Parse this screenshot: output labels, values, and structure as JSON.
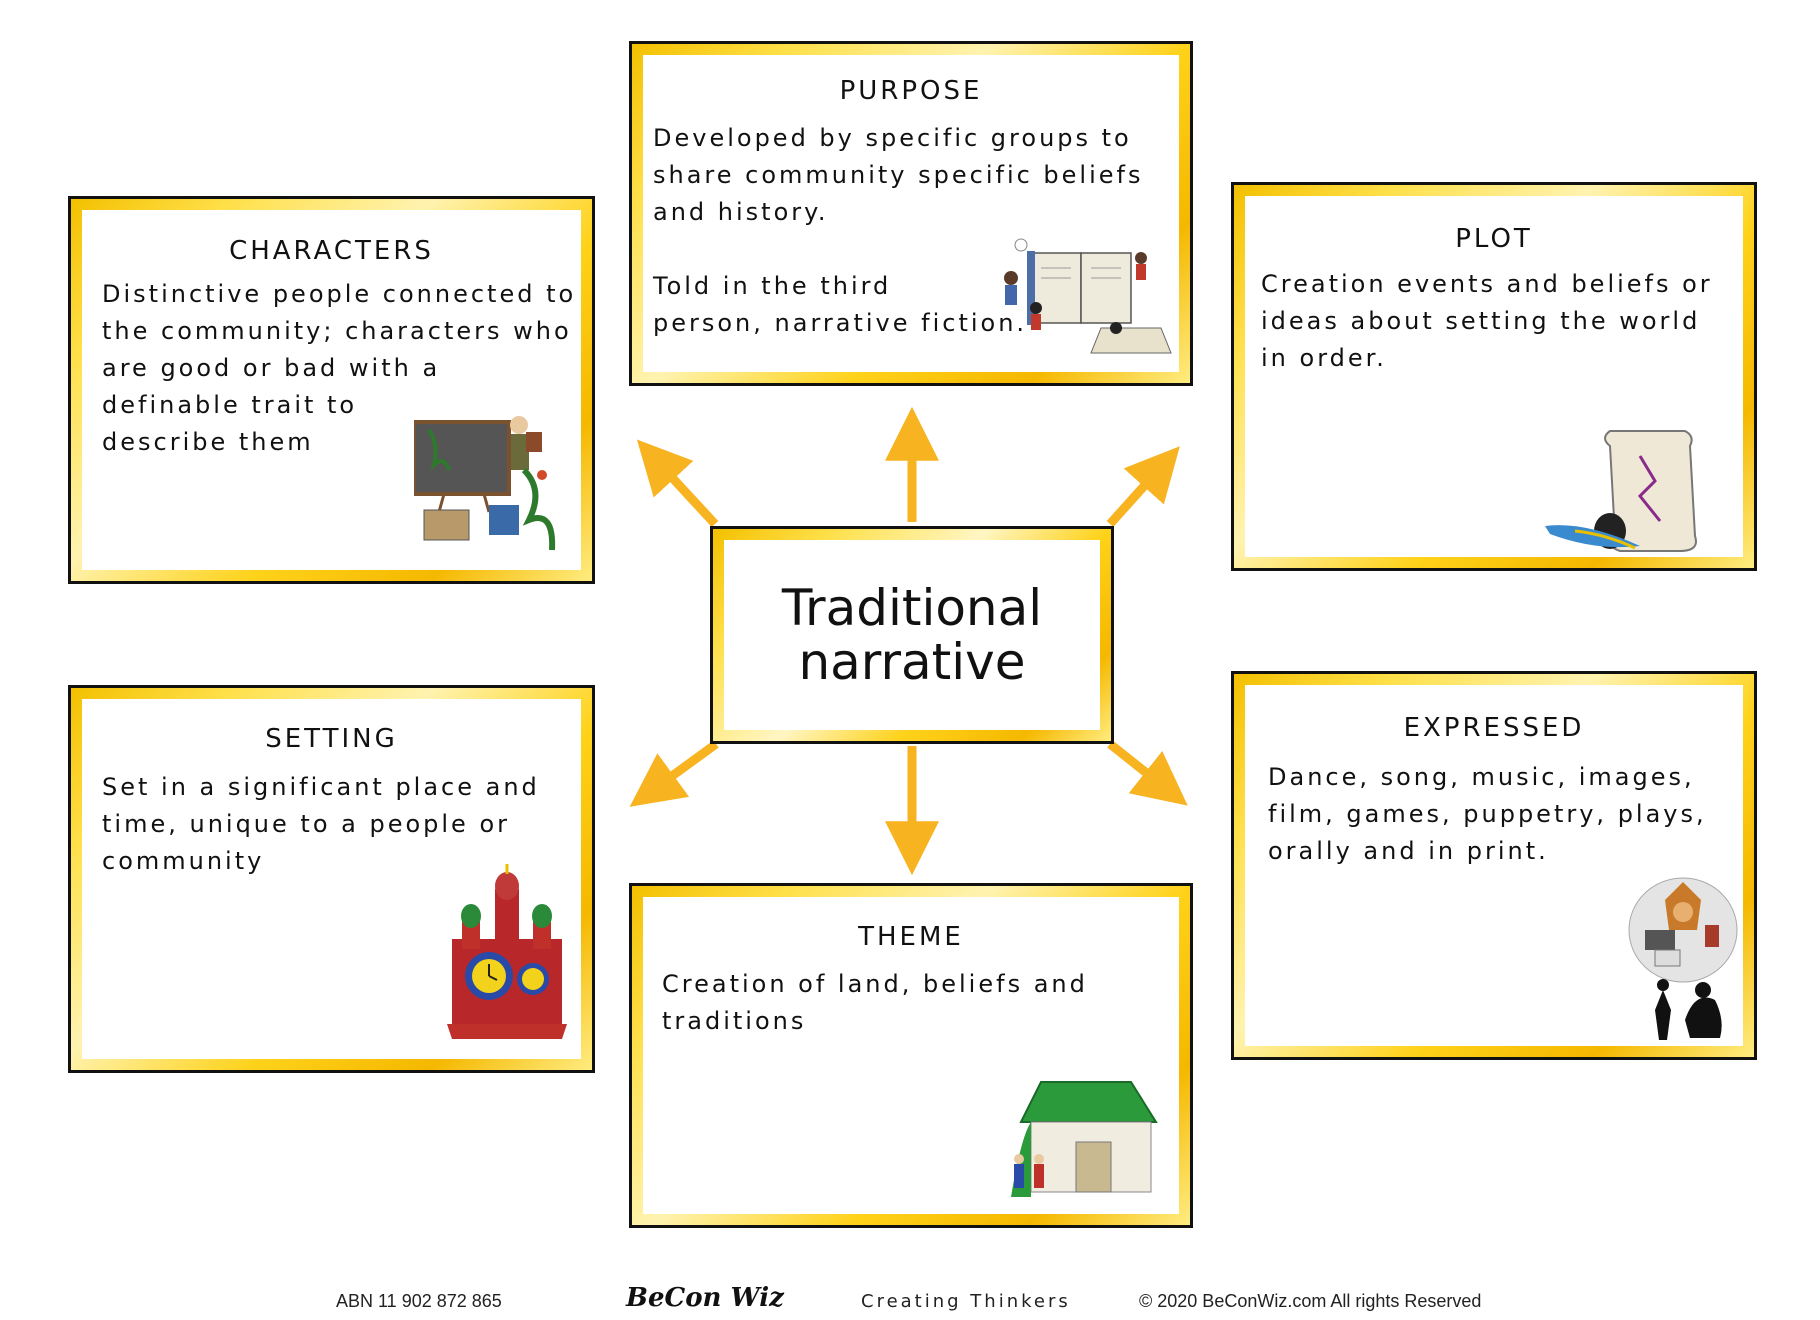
{
  "center": {
    "title": "Traditional\nnarrative"
  },
  "cards": {
    "purpose": {
      "title": "PURPOSE",
      "body": "Developed by specific groups to\nshare community specific beliefs\nand history.\n\nTold in the third\nperson, narrative fiction."
    },
    "characters": {
      "title": "CHARACTERS",
      "body": "Distinctive people connected to\nthe community; characters who\nare good or bad with a\ndefinable trait to\ndescribe them"
    },
    "plot": {
      "title": "PLOT",
      "body": "Creation events and beliefs or\nideas about setting the world\nin order."
    },
    "setting": {
      "title": "SETTING",
      "body": "Set in a significant place and\ntime, unique to a people or\ncommunity"
    },
    "expressed": {
      "title": "EXPRESSED",
      "body": "Dance, song, music, images,\nfilm, games, puppetry, plays,\norally and in print."
    },
    "theme": {
      "title": "THEME",
      "body": "Creation of land, beliefs and\ntraditions"
    }
  },
  "footer": {
    "abn": "ABN 11 902 872 865",
    "brand": "BeCon Wiz",
    "tagline": "Creating Thinkers",
    "copyright": "© 2020 BeConWiz.com All rights Reserved"
  },
  "colors": {
    "gold": "#f5b800",
    "gold_light": "#fff3b0",
    "arrow": "#f7b320",
    "border": "#111111"
  }
}
